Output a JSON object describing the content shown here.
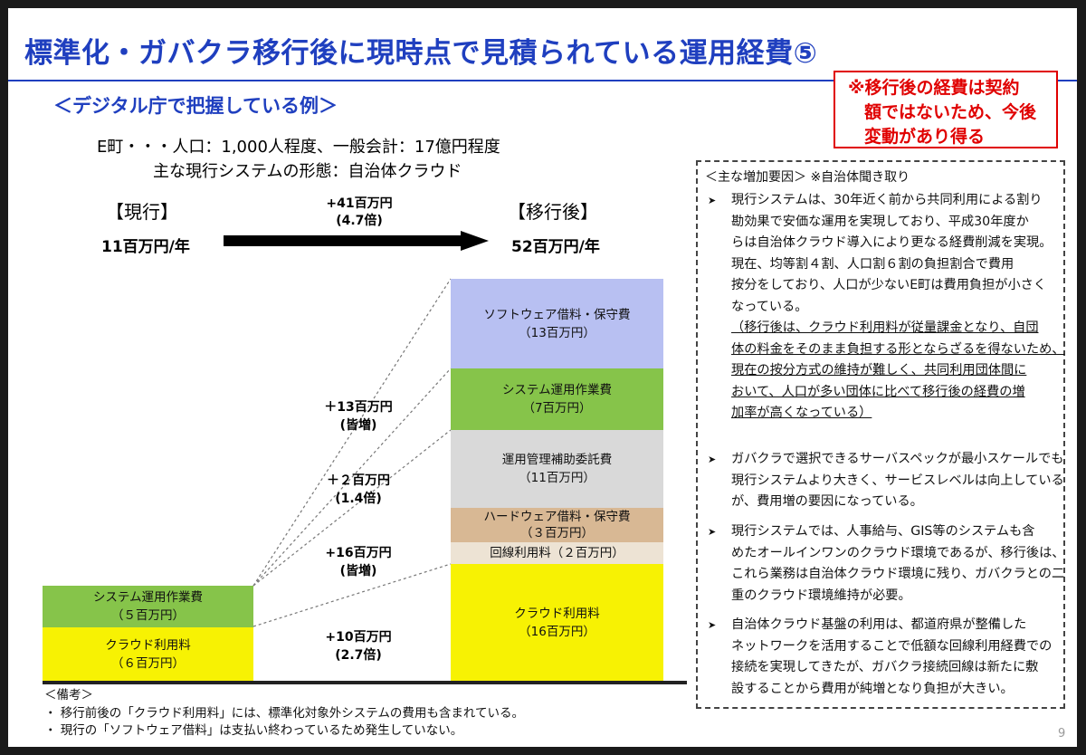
{
  "title": "標準化・ガバクラ移行後に現時点で見積られている運用経費⑤",
  "subtitle": "＜デジタル庁で把握している例＞",
  "warning": {
    "line1": "※移行後の経費は契約",
    "line2": "額ではないため、今後",
    "line3": "変動があり得る"
  },
  "info": {
    "line1": "E町・・・人口：1,000人程度、一般会計：17億円程度",
    "line2": "主な現行システムの形態：自治体クラウド"
  },
  "comparison": {
    "current_label": "【現行】",
    "current_total": "11百万円/年",
    "after_label": "【移行後】",
    "after_total": "52百万円/年",
    "increase": "+41百万円",
    "ratio": "(4.7倍)"
  },
  "colors": {
    "title": "#1f3fbf",
    "warning": "#e00000",
    "software": "#b8c0f2",
    "system_ops": "#86c44a",
    "ops_mgmt": "#d9d9d9",
    "hardware": "#d8b894",
    "network": "#ede3d4",
    "cloud": "#f7f203"
  },
  "chart_data": {
    "type": "bar",
    "stacked": true,
    "unit": "百万円",
    "categories": [
      "現行",
      "移行後"
    ],
    "series": [
      {
        "name": "クラウド利用料",
        "label": "（６百万円）",
        "values": [
          6,
          16
        ],
        "label_after": "（16百万円）"
      },
      {
        "name": "システム運用作業費",
        "label": "（５百万円）",
        "values": [
          5,
          7
        ],
        "label_after": "（7百万円）"
      },
      {
        "name": "回線利用料（２百万円）",
        "values": [
          0,
          2
        ]
      },
      {
        "name": "ハードウェア借料・保守費",
        "values": [
          0,
          3
        ],
        "label_after": "（３百万円）"
      },
      {
        "name": "運用管理補助委託費",
        "values": [
          0,
          11
        ],
        "label_after": "（11百万円）"
      },
      {
        "name": "ソフトウェア借料・保守費",
        "values": [
          0,
          13
        ],
        "label_after": "（13百万円）"
      }
    ],
    "deltas": [
      {
        "amount": "＋13百万円",
        "note": "(皆増)"
      },
      {
        "amount": "＋２百万円",
        "note": "(1.4倍)"
      },
      {
        "amount": "+16百万円",
        "note": "(皆増)"
      },
      {
        "amount": "+10百万円",
        "note": "(2.7倍)"
      }
    ]
  },
  "notes": {
    "head": "＜備考＞",
    "line1": "・ 移行前後の「クラウド利用料」には、標準化対象外システムの費用も含まれている。",
    "line2": "・ 現行の「ソフトウェア借料」は支払い終わっているため発生していない。"
  },
  "factors": {
    "head": "＜主な増加要因＞ ※自治体聞き取り",
    "b1": [
      "現行システムは、30年近く前から共同利用による割り",
      "勘効果で安価な運用を実現しており、平成30年度か",
      "らは自治体クラウド導入により更なる経費削減を実現。",
      "現在、均等割４割、人口割６割の負担割合で費用",
      "按分をしており、人口が少ないE町は費用負担が小さく",
      "なっている。",
      "（移行後は、クラウド利用料が従量課金となり、自団",
      "体の料金をそのまま負担する形とならざるを得ないため、",
      "現在の按分方式の維持が難しく、共同利用団体間に",
      "おいて、人口が多い団体に比べて移行後の経費の増",
      "加率が高くなっている）"
    ],
    "b2": [
      "ガバクラで選択できるサーバスペックが最小スケールでも",
      "現行システムより大きく、サービスレベルは向上している",
      "が、費用増の要因になっている。"
    ],
    "b3": [
      "現行システムでは、人事給与、GIS等のシステムも含",
      "めたオールインワンのクラウド環境であるが、移行後は、",
      "これら業務は自治体クラウド環境に残り、ガバクラとの二",
      "重のクラウド環境維持が必要。"
    ],
    "b4": [
      "自治体クラウド基盤の利用は、都道府県が整備した",
      "ネットワークを活用することで低額な回線利用経費での",
      "接続を実現してきたが、ガバクラ接続回線は新たに敷",
      "設することから費用が純増となり負担が大きい。"
    ]
  },
  "page_number": "9"
}
